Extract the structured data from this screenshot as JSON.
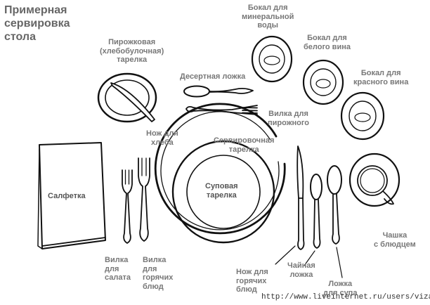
{
  "title": "Примерная\nсервировка\nстола",
  "labels": {
    "mineral_glass": "Бокал для\nминеральной\nводы",
    "white_wine_glass": "Бокал для\nбелого вина",
    "red_wine_glass": "Бокал для\nкрасного вина",
    "bread_plate": "Пирожковая\n(хлебобулочная)\nтарелка",
    "dessert_spoon": "Десертная ложка",
    "pastry_fork": "Вилка для\nпирожного",
    "bread_knife": "Нож для\nхлеба",
    "service_plate": "Сервировочная\nтарелка",
    "soup_plate": "Суповая\nтарелка",
    "napkin": "Салфетка",
    "salad_fork": "Вилка\nдля\nсалата",
    "hot_fork": "Вилка\nдля\nгорячих\nблюд",
    "hot_knife": "Нож для\nгорячих\nблюд",
    "tea_spoon": "Чайная\nложка",
    "soup_spoon": "Ложка\nдля супа",
    "cup": "Чашка\nс блюдцем"
  },
  "watermark": "http://www.liveinternet.ru/users/vizar/"
}
